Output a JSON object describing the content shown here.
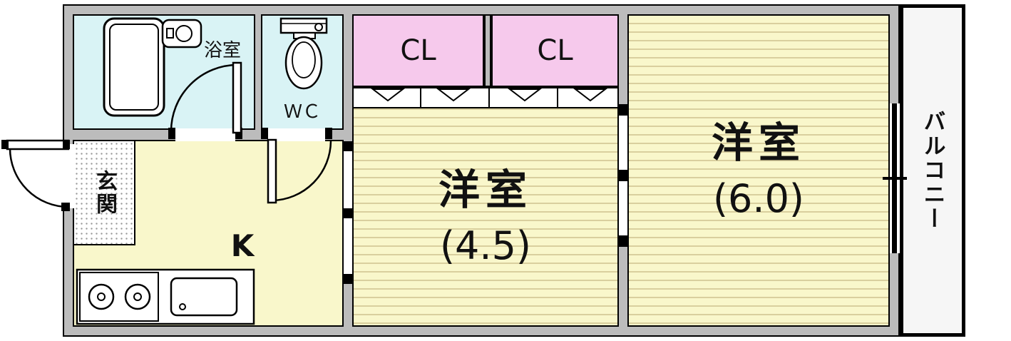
{
  "rooms": {
    "bath": {
      "label": "浴室"
    },
    "wc": {
      "label": "ＷＣ"
    },
    "closet_left": {
      "label": "CL"
    },
    "closet_right": {
      "label": "CL"
    },
    "room_4_5": {
      "label": "洋室",
      "size": "(4.5)"
    },
    "room_6_0": {
      "label": "洋室",
      "size": "(6.0)"
    },
    "entrance": {
      "label": "玄関"
    },
    "kitchen": {
      "label": "K"
    },
    "balcony": {
      "label": "バルコニー"
    }
  },
  "colors": {
    "wall_fill": "#bcbcbc",
    "wet_area": "#d9f3f5",
    "closet": "#f6c9ec",
    "room": "#f9f7cb",
    "room_stripe": "#d9cf9e",
    "outline": "#000000",
    "balcony": "#f6f6f6"
  }
}
